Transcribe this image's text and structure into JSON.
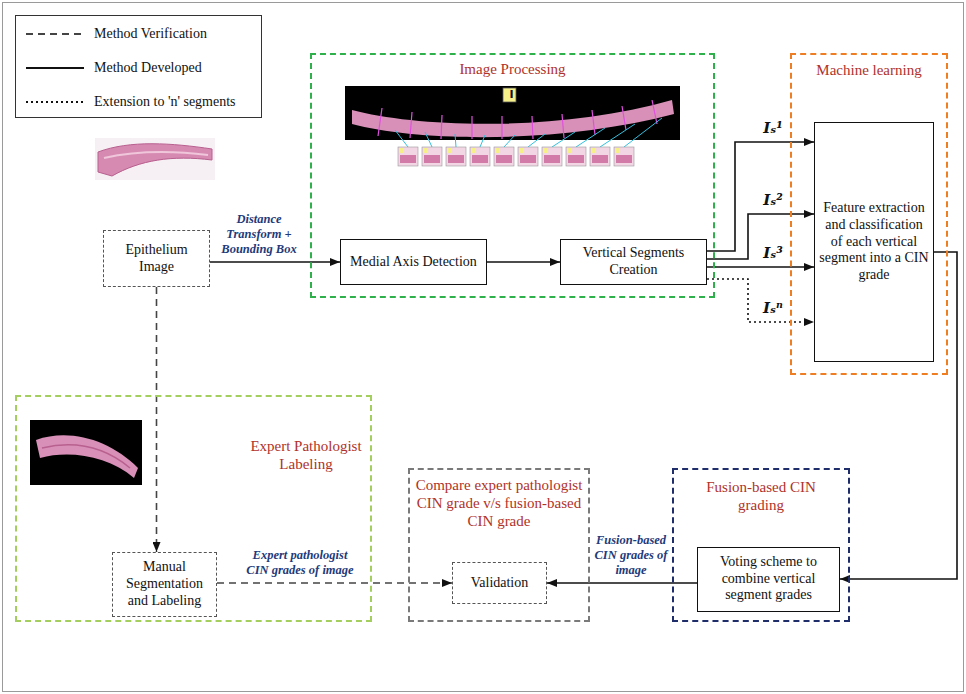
{
  "diagram": {
    "nodes": [
      {
        "text": [
          "Epithelium Image"
        ]
      },
      {
        "text": [
          "Image Processing"
        ]
      },
      {
        "text": [
          "Medial Axis Detection"
        ],
        "in": 1
      },
      {
        "text": [
          "Vertical Segments Creation"
        ],
        "in": 1
      },
      {
        "text": [
          "Machine learning"
        ]
      },
      {
        "text": [
          "Feature extraction and classification of each vertical segment into a CIN grade"
        ],
        "in": 4
      },
      {
        "text": [
          "Expert Pathologist Labeling"
        ]
      },
      {
        "text": [
          "Manual Segmentation and Labeling"
        ],
        "in": 6
      },
      {
        "text": [
          "Compare expert pathologist CIN grade v/s fusion-based CIN grade"
        ]
      },
      {
        "text": [
          "Validation"
        ],
        "in": 8
      },
      {
        "text": [
          "Fusion-based CIN grading"
        ]
      },
      {
        "text": [
          "Voting scheme to combine vertical segment grades"
        ],
        "in": 10
      }
    ],
    "edges": [
      {
        "from": 0,
        "to": 2,
        "arrow": "to",
        "label": "Distance Transform + Bounding Box"
      },
      {
        "from": 2,
        "to": 3,
        "arrow": "to"
      },
      {
        "from": 3,
        "to": 5,
        "arrow": "to",
        "label": "Iₛ¹"
      },
      {
        "from": 3,
        "to": 5,
        "arrow": "to",
        "label": "Iₛ²"
      },
      {
        "from": 3,
        "to": 5,
        "arrow": "to",
        "label": "Iₛ³"
      },
      {
        "from": 3,
        "to": 5,
        "arrow": "to",
        "label": "Iₛⁿ"
      },
      {
        "from": 5,
        "to": 11,
        "arrow": "to"
      },
      {
        "from": 11,
        "to": 9,
        "arrow": "to",
        "label": "Fusion-based CIN grades of image"
      },
      {
        "from": 0,
        "to": 7,
        "arrow": "to"
      },
      {
        "from": 7,
        "to": 9,
        "arrow": "to",
        "label": "Expert pathologist CIN grades of image"
      }
    ],
    "labels": [
      "I"
    ],
    "legend": [
      {
        "text": "Method Verification"
      },
      {
        "text": "Method Developed"
      },
      {
        "text": "Extension to 'n' segments"
      }
    ]
  }
}
